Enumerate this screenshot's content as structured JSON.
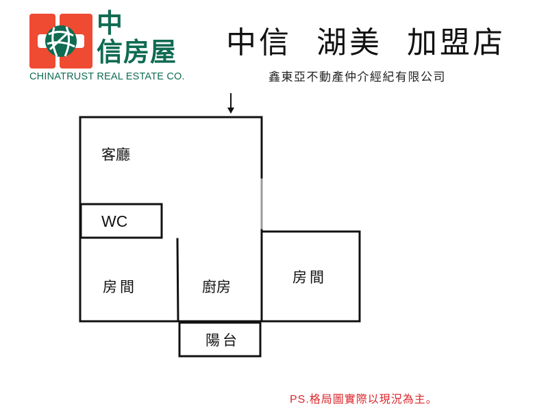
{
  "header": {
    "logo": {
      "icon": "globe-emblem-icon",
      "zh_line1": "中",
      "zh_line2": "信房屋",
      "en": "CHINATRUST REAL ESTATE CO.",
      "colors": {
        "red": "#ef4a32",
        "green": "#0f6b52"
      }
    },
    "store_title": "中信  湖美  加盟店",
    "company_name": "鑫東亞不動產仲介經紀有限公司"
  },
  "floor_plan": {
    "entrance_marker": "down-arrow-icon",
    "rooms": [
      {
        "id": "living-room",
        "label": "客廳"
      },
      {
        "id": "wc",
        "label": "WC"
      },
      {
        "id": "bedroom-left",
        "label": "房間"
      },
      {
        "id": "kitchen",
        "label": "廚房"
      },
      {
        "id": "bedroom-right",
        "label": "房間"
      },
      {
        "id": "balcony",
        "label": "陽台"
      }
    ]
  },
  "footer": {
    "note": "PS.格局圖實際以現況為主。",
    "note_color": "#d9262b"
  }
}
